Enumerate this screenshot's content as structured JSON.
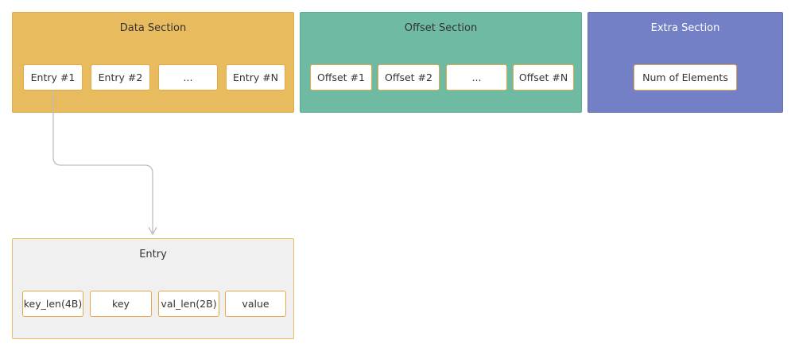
{
  "data_section": {
    "title": "Data Section",
    "cells": [
      "Entry #1",
      "Entry #2",
      "...",
      "Entry #N"
    ],
    "color": "#e9bb5f"
  },
  "offset_section": {
    "title": "Offset Section",
    "cells": [
      "Offset #1",
      "Offset #2",
      "...",
      "Offset #N"
    ],
    "color": "#6fbaa2"
  },
  "extra_section": {
    "title": "Extra Section",
    "cells": [
      "Num of Elements"
    ],
    "color": "#7480c6"
  },
  "entry_section": {
    "title": "Entry",
    "cells": [
      "key_len(4B)",
      "key",
      "val_len(2B)",
      "value"
    ],
    "color": "#f0f0f0"
  },
  "connector_color": "#bdbdbd"
}
